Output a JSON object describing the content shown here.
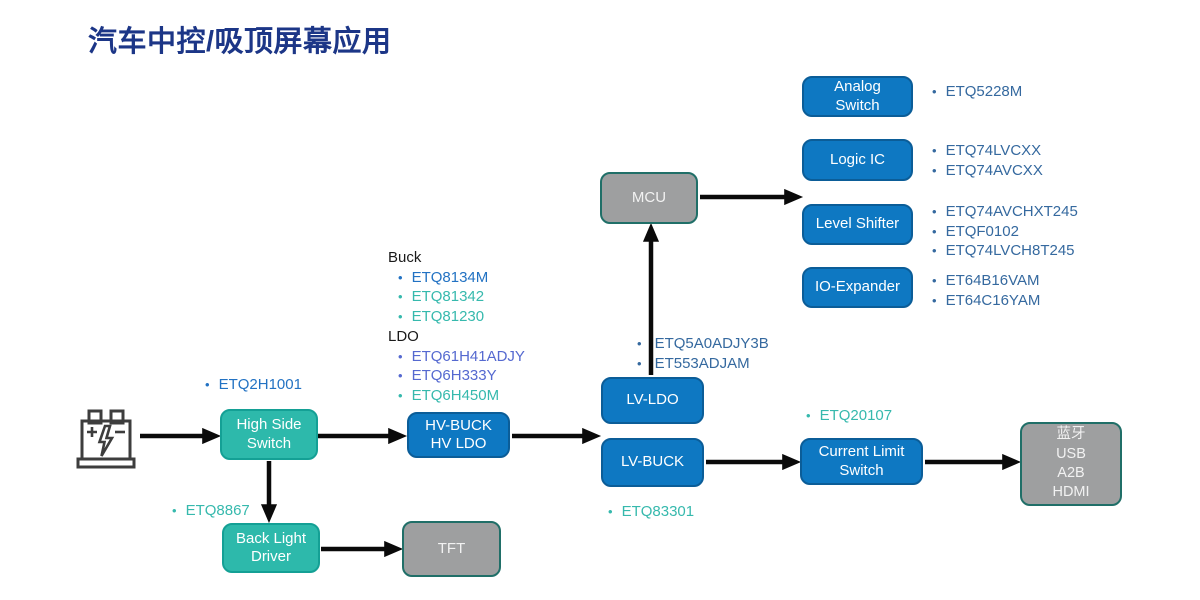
{
  "title": "汽车中控/吸顶屏幕应用",
  "palette": {
    "title_navy": "#1c3687",
    "box_blue": "#0e78c2",
    "box_blue_border": "#0b5d98",
    "box_teal": "#2db9ab",
    "box_teal_border": "#14a095",
    "box_gray": "#9e9fa0",
    "box_gray_border": "#206f68",
    "text_bright_blue": "#2272c3",
    "text_steel_blue": "#35699f",
    "text_periwinkle": "#5569d0",
    "text_teal": "#36b9ad",
    "arrow_black": "#0a0a0a"
  },
  "nodes": {
    "analog_switch": {
      "label": "Analog\nSwitch"
    },
    "logic_ic": {
      "label": "Logic IC"
    },
    "level_shifter": {
      "label": "Level Shifter"
    },
    "io_expander": {
      "label": "IO-Expander"
    },
    "mcu": {
      "label": "MCU"
    },
    "high_side_switch": {
      "label": "High Side\nSwitch"
    },
    "hv_buck_hv_ldo": {
      "label": "HV-BUCK\nHV LDO"
    },
    "lv_ldo": {
      "label": "LV-LDO"
    },
    "lv_buck": {
      "label": "LV-BUCK"
    },
    "current_limit_switch": {
      "label": "Current Limit\nSwitch"
    },
    "connectivity": {
      "label": "蓝牙\nUSB\nA2B\nHDMI"
    },
    "back_light_driver": {
      "label": "Back Light\nDriver"
    },
    "tft": {
      "label": "TFT"
    }
  },
  "parts": {
    "analog_switch": [
      {
        "text": "ETQ5228M",
        "color": "#35699f"
      }
    ],
    "logic_ic": [
      {
        "text": "ETQ74LVCXX",
        "color": "#35699f"
      },
      {
        "text": "ETQ74AVCXX",
        "color": "#35699f"
      }
    ],
    "level_shifter": [
      {
        "text": "ETQ74AVCHXT245",
        "color": "#35699f"
      },
      {
        "text": "ETQF0102",
        "color": "#35699f"
      },
      {
        "text": "ETQ74LVCH8T245",
        "color": "#35699f"
      }
    ],
    "io_expander": [
      {
        "text": "ET64B16VAM",
        "color": "#35699f"
      },
      {
        "text": "ET64C16YAM",
        "color": "#35699f"
      }
    ],
    "buck_ldo": {
      "buck_header": "Buck",
      "ldo_header": "LDO",
      "buck_items": [
        {
          "text": "ETQ8134M",
          "color": "#2272c3"
        },
        {
          "text": "ETQ81342",
          "color": "#36b9ad"
        },
        {
          "text": "ETQ81230",
          "color": "#36b9ad"
        }
      ],
      "ldo_items": [
        {
          "text": "ETQ61H41ADJY",
          "color": "#5569d0"
        },
        {
          "text": "ETQ6H333Y",
          "color": "#5569d0"
        },
        {
          "text": "ETQ6H450M",
          "color": "#36b9ad"
        }
      ]
    },
    "mcu_supply": [
      {
        "text": "ETQ5A0ADJY3B",
        "color": "#35699f"
      },
      {
        "text": "ET553ADJAM",
        "color": "#35699f"
      }
    ],
    "high_side_switch": [
      {
        "text": "ETQ2H1001",
        "color": "#2272c3"
      }
    ],
    "back_light_driver": [
      {
        "text": "ETQ8867",
        "color": "#36b9ad"
      }
    ],
    "lv_buck": [
      {
        "text": "ETQ83301",
        "color": "#36b9ad"
      }
    ],
    "current_limit_switch": [
      {
        "text": "ETQ20107",
        "color": "#36b9ad"
      }
    ]
  }
}
